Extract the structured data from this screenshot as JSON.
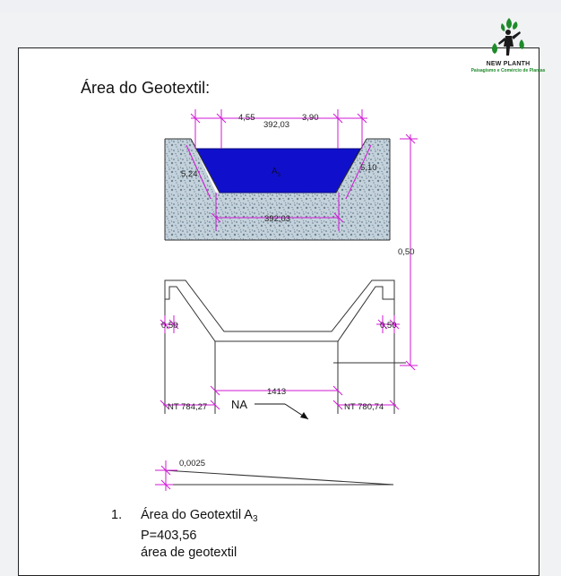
{
  "logo": {
    "icon": "plant-figure-icon",
    "name": "NEW PLANTH",
    "tagline": "Paisagismo e Comércio de Plantas",
    "color": "#1e8a2a"
  },
  "document": {
    "title": "Área do Geotextil:"
  },
  "section_view": {
    "top_width": "392,03",
    "left_offset": "4,55",
    "right_offset": "3,90",
    "left_slope": "5,24",
    "right_slope": "5,10",
    "area_label": "A",
    "area_subscript": "3",
    "bottom_width": "392,03",
    "depth": "0,50",
    "fill_color": "#1010cc"
  },
  "channel_view": {
    "left_wall": "0,50",
    "right_wall": "0,50",
    "span": "1413",
    "left_level": "NT 784,27",
    "right_level": "NT 780,74",
    "water_label": "NA"
  },
  "slope": {
    "value": "0,0025"
  },
  "items": [
    {
      "number": "1.",
      "title": "Área do Geotextil A",
      "title_subscript": "3",
      "perimeter": "P=403,56",
      "note": "área de geotextil"
    }
  ]
}
